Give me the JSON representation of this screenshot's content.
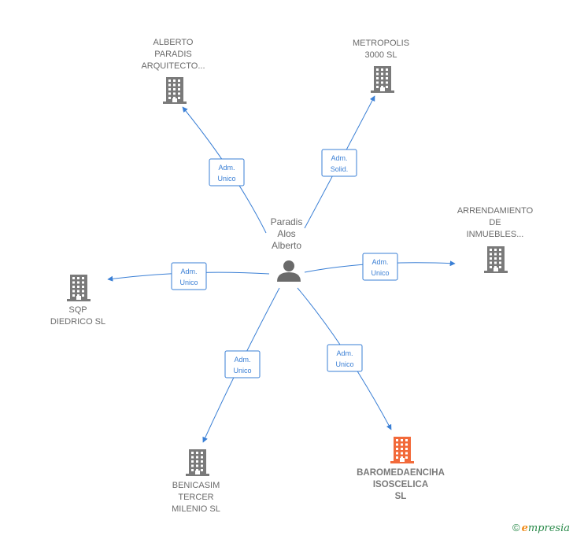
{
  "colors": {
    "edge": "#3a7fd5",
    "building": "#7a7a7a",
    "building_highlight": "#f26a3a",
    "person": "#6a6a6a",
    "brand_green": "#2a8a4a",
    "brand_orange": "#f08a18"
  },
  "center": {
    "name_lines": [
      "Paradis",
      "Alos",
      "Alberto"
    ],
    "icon": "person-icon"
  },
  "companies": [
    {
      "id": "alberto-paradis",
      "lines": [
        "ALBERTO",
        "PARADIS",
        "ARQUITECTO..."
      ],
      "role": [
        "Adm.",
        "Unico"
      ],
      "highlight": false,
      "icon": "building-icon"
    },
    {
      "id": "metropolis",
      "lines": [
        "METROPOLIS",
        "3000 SL"
      ],
      "role": [
        "Adm.",
        "Solid."
      ],
      "highlight": false,
      "icon": "building-icon"
    },
    {
      "id": "arrendamiento",
      "lines": [
        "ARRENDAMIENTO",
        "DE",
        "INMUEBLES..."
      ],
      "role": [
        "Adm.",
        "Unico"
      ],
      "highlight": false,
      "icon": "building-icon"
    },
    {
      "id": "sqp-diedrico",
      "lines": [
        "SQP",
        "DIEDRICO SL"
      ],
      "role": [
        "Adm.",
        "Unico"
      ],
      "highlight": false,
      "icon": "building-icon"
    },
    {
      "id": "benicasim",
      "lines": [
        "BENICASIM",
        "TERCER",
        "MILENIO  SL"
      ],
      "role": [
        "Adm.",
        "Unico"
      ],
      "highlight": false,
      "icon": "building-icon"
    },
    {
      "id": "baromedaenciha",
      "lines": [
        "BAROMEDAENCIHA",
        "ISOSCELICA",
        "SL"
      ],
      "role": [
        "Adm.",
        "Unico"
      ],
      "highlight": true,
      "icon": "building-icon"
    }
  ],
  "brand": {
    "copyright": "©",
    "initial": "e",
    "rest": "mpresia"
  }
}
